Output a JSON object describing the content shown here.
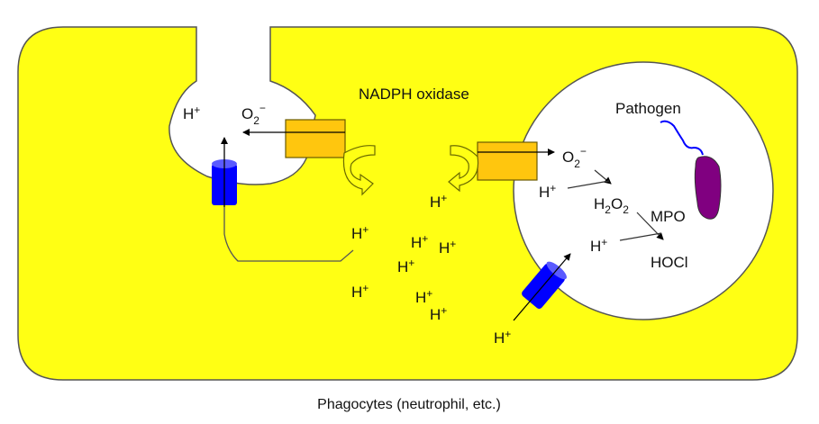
{
  "colors": {
    "cytoplasm": "#ffff14",
    "nadph_oxidase": "#ffc60e",
    "proton_channel": "#0000ff",
    "pathogen_body": "#800080",
    "flagellum": "#0000ff",
    "arrow_fill": "#ffff14"
  },
  "labels": {
    "nadph_oxidase": "NADPH oxidase",
    "pathogen": "Pathogen",
    "mpo": "MPO",
    "hocl": "HOCl",
    "h_base": "H",
    "h_sup": "+",
    "o_base": "O",
    "sub2": "2",
    "o2_sup": "−",
    "caption": "Phagocytes (neutrophil, etc.)"
  }
}
